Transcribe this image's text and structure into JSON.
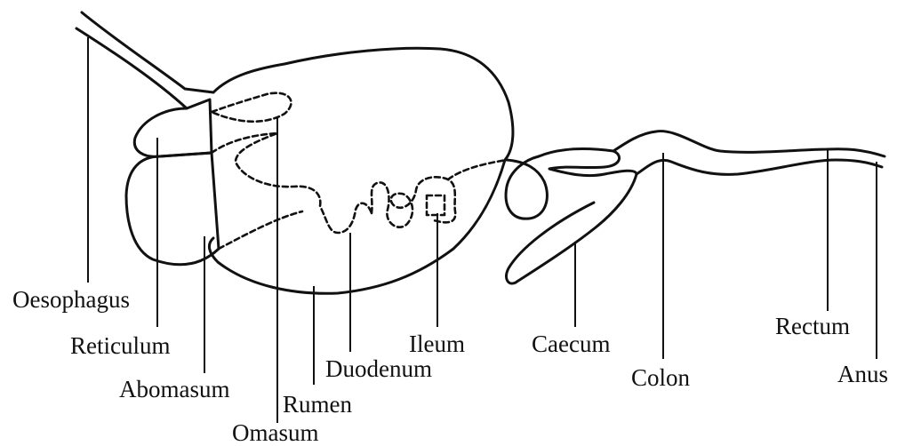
{
  "labels": {
    "oesophagus": "Oesophagus",
    "reticulum": "Reticulum",
    "abomasum": "Abomasum",
    "omasum": "Omasum",
    "rumen": "Rumen",
    "duodenum": "Duodenum",
    "ileum": "Ileum",
    "caecum": "Caecum",
    "colon": "Colon",
    "rectum": "Rectum",
    "anus": "Anus"
  }
}
